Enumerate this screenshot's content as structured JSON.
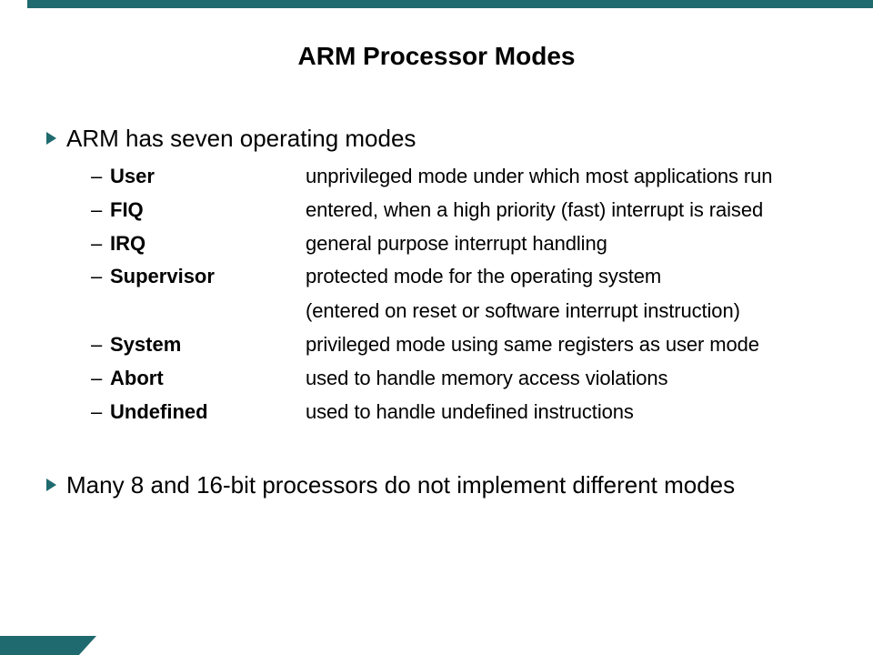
{
  "slide": {
    "title": "ARM Processor Modes",
    "bullets": [
      {
        "label": "ARM has seven operating modes"
      },
      {
        "label": "Many 8 and 16-bit processors do not implement different modes"
      }
    ],
    "modes": [
      {
        "dash": "–",
        "name": "User",
        "desc": "unprivileged mode under which most applications run"
      },
      {
        "dash": "–",
        "name": "FIQ",
        "desc": "entered, when a high priority (fast) interrupt is raised"
      },
      {
        "dash": "–",
        "name": "IRQ",
        "desc": "general purpose interrupt handling"
      },
      {
        "dash": "–",
        "name": "Supervisor",
        "desc": "protected mode for the operating system"
      },
      {
        "dash": "",
        "name": "",
        "desc": "(entered on reset or software interrupt instruction)"
      },
      {
        "dash": "–",
        "name": "System",
        "desc": "privileged mode using same registers as user mode"
      },
      {
        "dash": "–",
        "name": "Abort",
        "desc": "used to handle memory access violations"
      },
      {
        "dash": "–",
        "name": "Undefined",
        "desc": "used to handle undefined instructions"
      }
    ],
    "colors": {
      "accent": "#1F6A6E",
      "text": "#000000",
      "background": "#FFFFFF"
    },
    "icons": {
      "bullet": "right-triangle"
    }
  }
}
